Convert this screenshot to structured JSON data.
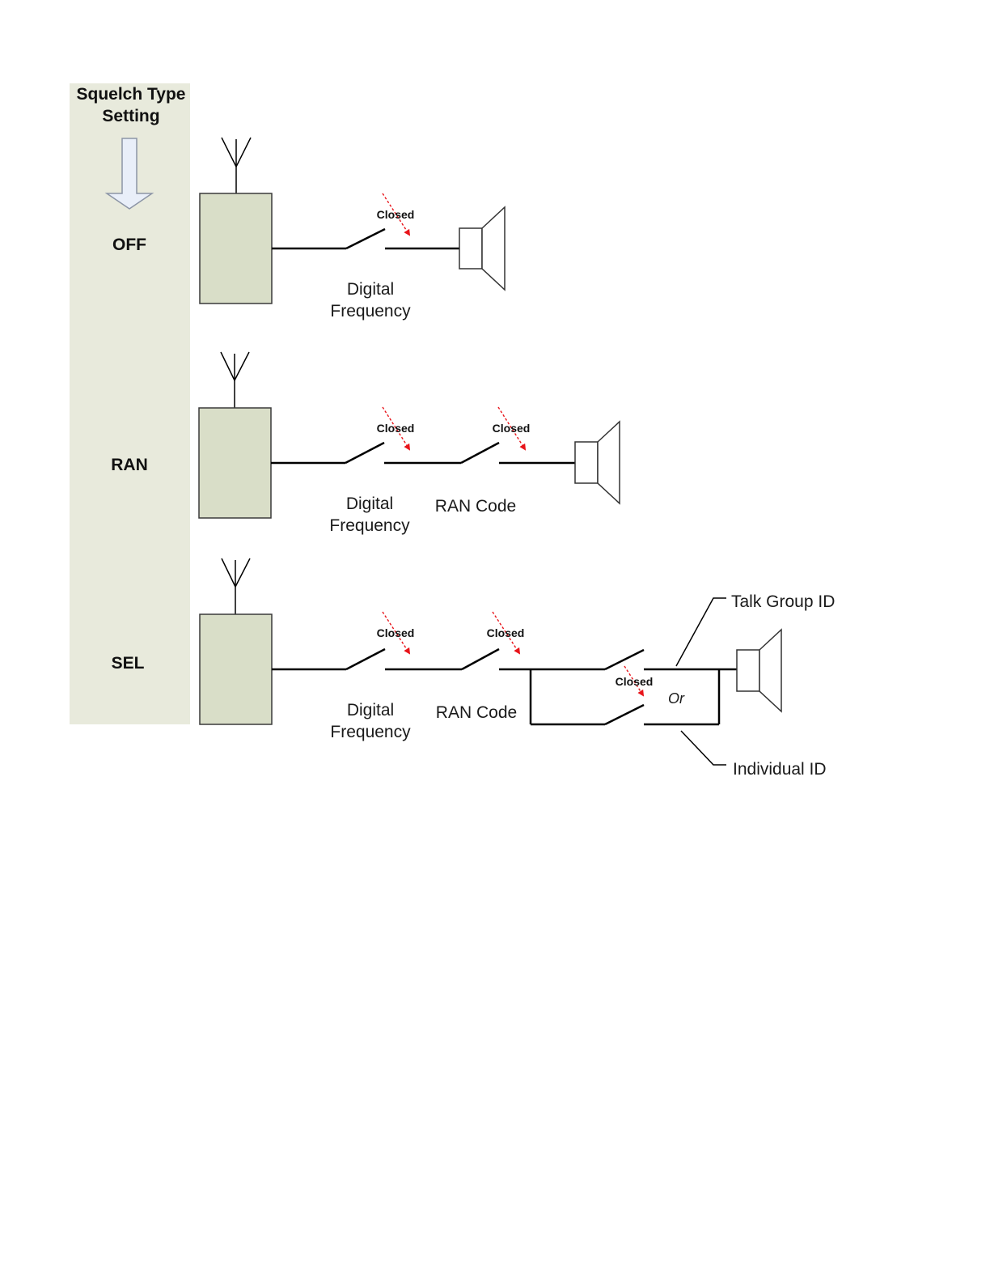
{
  "sidebar": {
    "title_line1": "Squelch Type",
    "title_line2": "Setting",
    "modes": [
      "OFF",
      "RAN",
      "SEL"
    ],
    "background_color": "#e8eadc"
  },
  "switch_state_label": "Closed",
  "labels": {
    "digital": "Digital",
    "frequency": "Frequency",
    "ran_code": "RAN Code",
    "or": "Or",
    "talk_group_id": "Talk Group ID",
    "individual_id": "Individual ID"
  },
  "colors": {
    "radio_box": "#d9dec8",
    "closed_arrow": "#e8141a",
    "wire": "#000000"
  }
}
